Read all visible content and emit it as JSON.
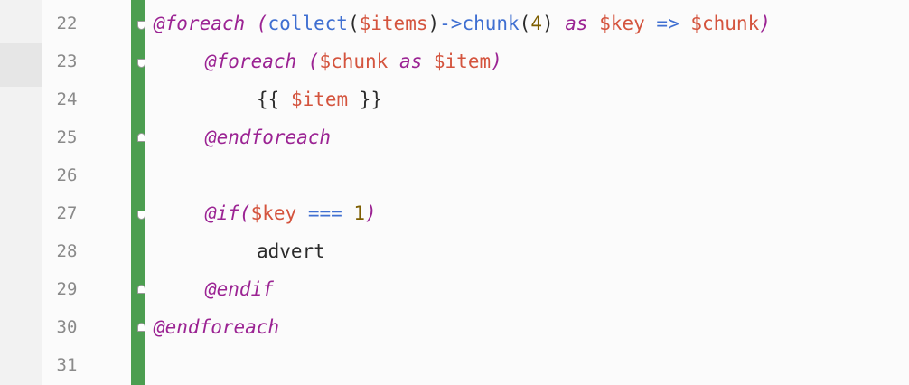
{
  "editor": {
    "lines": [
      {
        "number": "22",
        "fold": "open",
        "indent": 0,
        "tokens": [
          {
            "t": "kw",
            "v": "@foreach"
          },
          {
            "t": "pl",
            "v": " ("
          },
          {
            "t": "fn",
            "v": "collect"
          },
          {
            "t": "txt",
            "v": "("
          },
          {
            "t": "var",
            "v": "$items"
          },
          {
            "t": "txt",
            "v": ")"
          },
          {
            "t": "op",
            "v": "->"
          },
          {
            "t": "fn",
            "v": "chunk"
          },
          {
            "t": "txt",
            "v": "("
          },
          {
            "t": "num",
            "v": "4"
          },
          {
            "t": "txt",
            "v": ")"
          },
          {
            "t": "kw",
            "v": " as "
          },
          {
            "t": "var",
            "v": "$key"
          },
          {
            "t": "op",
            "v": " => "
          },
          {
            "t": "var",
            "v": "$chunk"
          },
          {
            "t": "pl",
            "v": ")"
          }
        ]
      },
      {
        "number": "23",
        "fold": "open",
        "indent": 1,
        "tokens": [
          {
            "t": "kw",
            "v": "@foreach"
          },
          {
            "t": "pl",
            "v": " ("
          },
          {
            "t": "var",
            "v": "$chunk"
          },
          {
            "t": "kw",
            "v": " as "
          },
          {
            "t": "var",
            "v": "$item"
          },
          {
            "t": "pl",
            "v": ")"
          }
        ]
      },
      {
        "number": "24",
        "fold": "",
        "indent": 2,
        "tokens": [
          {
            "t": "txt",
            "v": "{{ "
          },
          {
            "t": "var",
            "v": "$item"
          },
          {
            "t": "txt",
            "v": " }}"
          }
        ]
      },
      {
        "number": "25",
        "fold": "close",
        "indent": 1,
        "tokens": [
          {
            "t": "kw",
            "v": "@endforeach"
          }
        ]
      },
      {
        "number": "26",
        "fold": "",
        "indent": 0,
        "tokens": []
      },
      {
        "number": "27",
        "fold": "open",
        "indent": 1,
        "tokens": [
          {
            "t": "kw",
            "v": "@if"
          },
          {
            "t": "pl",
            "v": "("
          },
          {
            "t": "var",
            "v": "$key"
          },
          {
            "t": "op",
            "v": " === "
          },
          {
            "t": "num",
            "v": "1"
          },
          {
            "t": "pl",
            "v": ")"
          }
        ]
      },
      {
        "number": "28",
        "fold": "",
        "indent": 2,
        "tokens": [
          {
            "t": "txt",
            "v": "advert"
          }
        ]
      },
      {
        "number": "29",
        "fold": "close",
        "indent": 1,
        "tokens": [
          {
            "t": "kw",
            "v": "@endif"
          }
        ]
      },
      {
        "number": "30",
        "fold": "close",
        "indent": 0,
        "tokens": [
          {
            "t": "kw",
            "v": "@endforeach"
          }
        ]
      },
      {
        "number": "31",
        "fold": "",
        "indent": 0,
        "tokens": []
      }
    ]
  },
  "colors": {
    "change_bar": "#4c9e50",
    "keyword": "#9b2393",
    "variable": "#d4543e",
    "function": "#3f6fd1",
    "number": "#7d5e00"
  }
}
